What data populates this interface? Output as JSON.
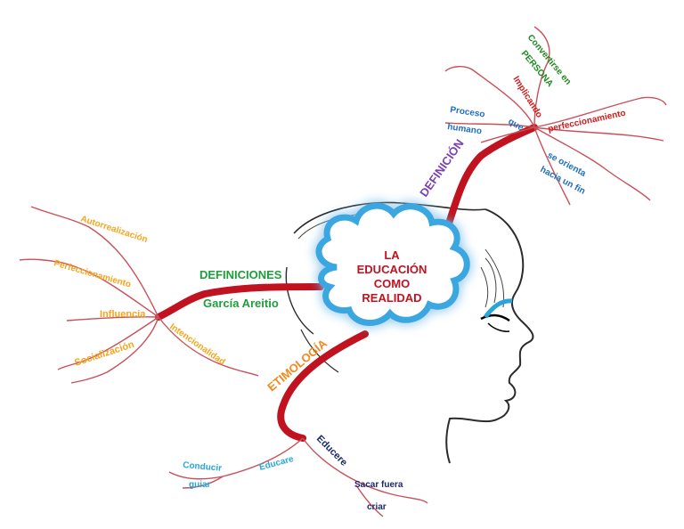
{
  "center": {
    "lines": [
      "LA",
      "EDUCACIÓN",
      "COMO",
      "REALIDAD"
    ]
  },
  "branches": {
    "definicion": {
      "label": "DEFINICIÓN",
      "proceso": "Proceso",
      "humano": "humano",
      "que": "que",
      "implicando": "Implicando",
      "convertirse": "Convertirse en",
      "persona": "PERSONA",
      "perfeccionamiento": "perfeccionamiento",
      "se_orienta": "se orienta",
      "hacia_fin": "hacia un fin"
    },
    "definiciones": {
      "label": "DEFINICIONES",
      "author": "García Areitio",
      "items": [
        "Autorrealización",
        "Perfeccionamiento",
        "Influencia",
        "Socialización",
        "Intencionalidad"
      ]
    },
    "etimologia": {
      "label": "ETIMOLOGÍA",
      "educare": "Educare",
      "conducir": "Conducir",
      "guiar": "guiar",
      "educere": "Educere",
      "sacar_fuera": "Sacar fuera",
      "criar": "criar"
    }
  },
  "colors": {
    "branch": "#c1121f",
    "thin_branch": "#c9505a",
    "center_text": "#c1121f",
    "cloud_edge": "#3aa7e0",
    "definicion": "#7a3fb0",
    "definiciones": "#1e9e3a",
    "etimologia": "#f08a1c",
    "orange_items": "#f3a51c",
    "green_text": "#1e8a1e",
    "red_text": "#d11a1a",
    "blue_text": "#1f6fc0",
    "navy_text": "#1b2a6b",
    "light_blue_text": "#2aa5d8"
  }
}
